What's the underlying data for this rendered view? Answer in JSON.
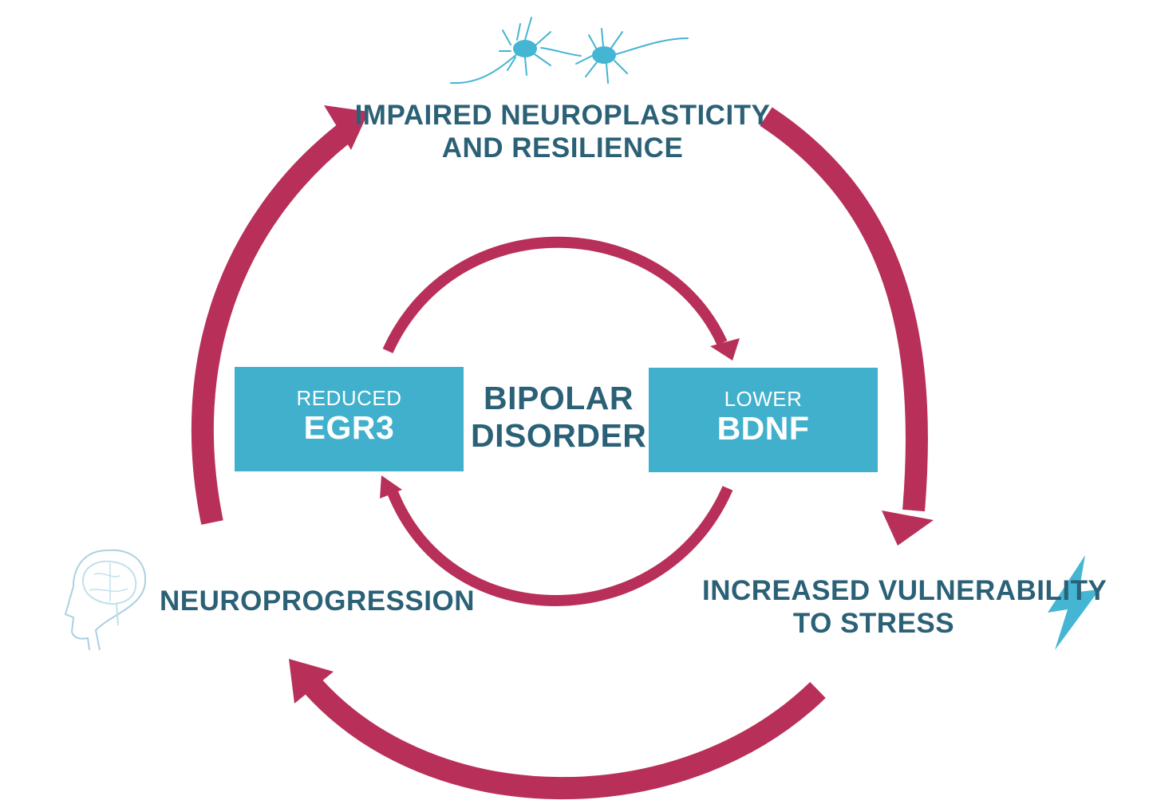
{
  "outer_cycle": {
    "top": {
      "line1": "IMPAIRED NEUROPLASTICITY",
      "line2": "AND RESILIENCE",
      "icon": "neuron-icon"
    },
    "right": {
      "line1": "INCREASED VULNERABILITY",
      "line2": "TO STRESS",
      "icon": "lightning-bolt-icon"
    },
    "left": {
      "text": "NEUROPROGRESSION",
      "icon": "brain-head-icon"
    }
  },
  "center": {
    "line1": "BIPOLAR",
    "line2": "DISORDER"
  },
  "boxes": {
    "left": {
      "small": "REDUCED",
      "big": "EGR3"
    },
    "right": {
      "small": "LOWER",
      "big": "BDNF"
    }
  },
  "colors": {
    "arrow": "#b8305a",
    "box": "#40b0cd",
    "text": "#2b6176",
    "icon": "#44b5d2"
  }
}
